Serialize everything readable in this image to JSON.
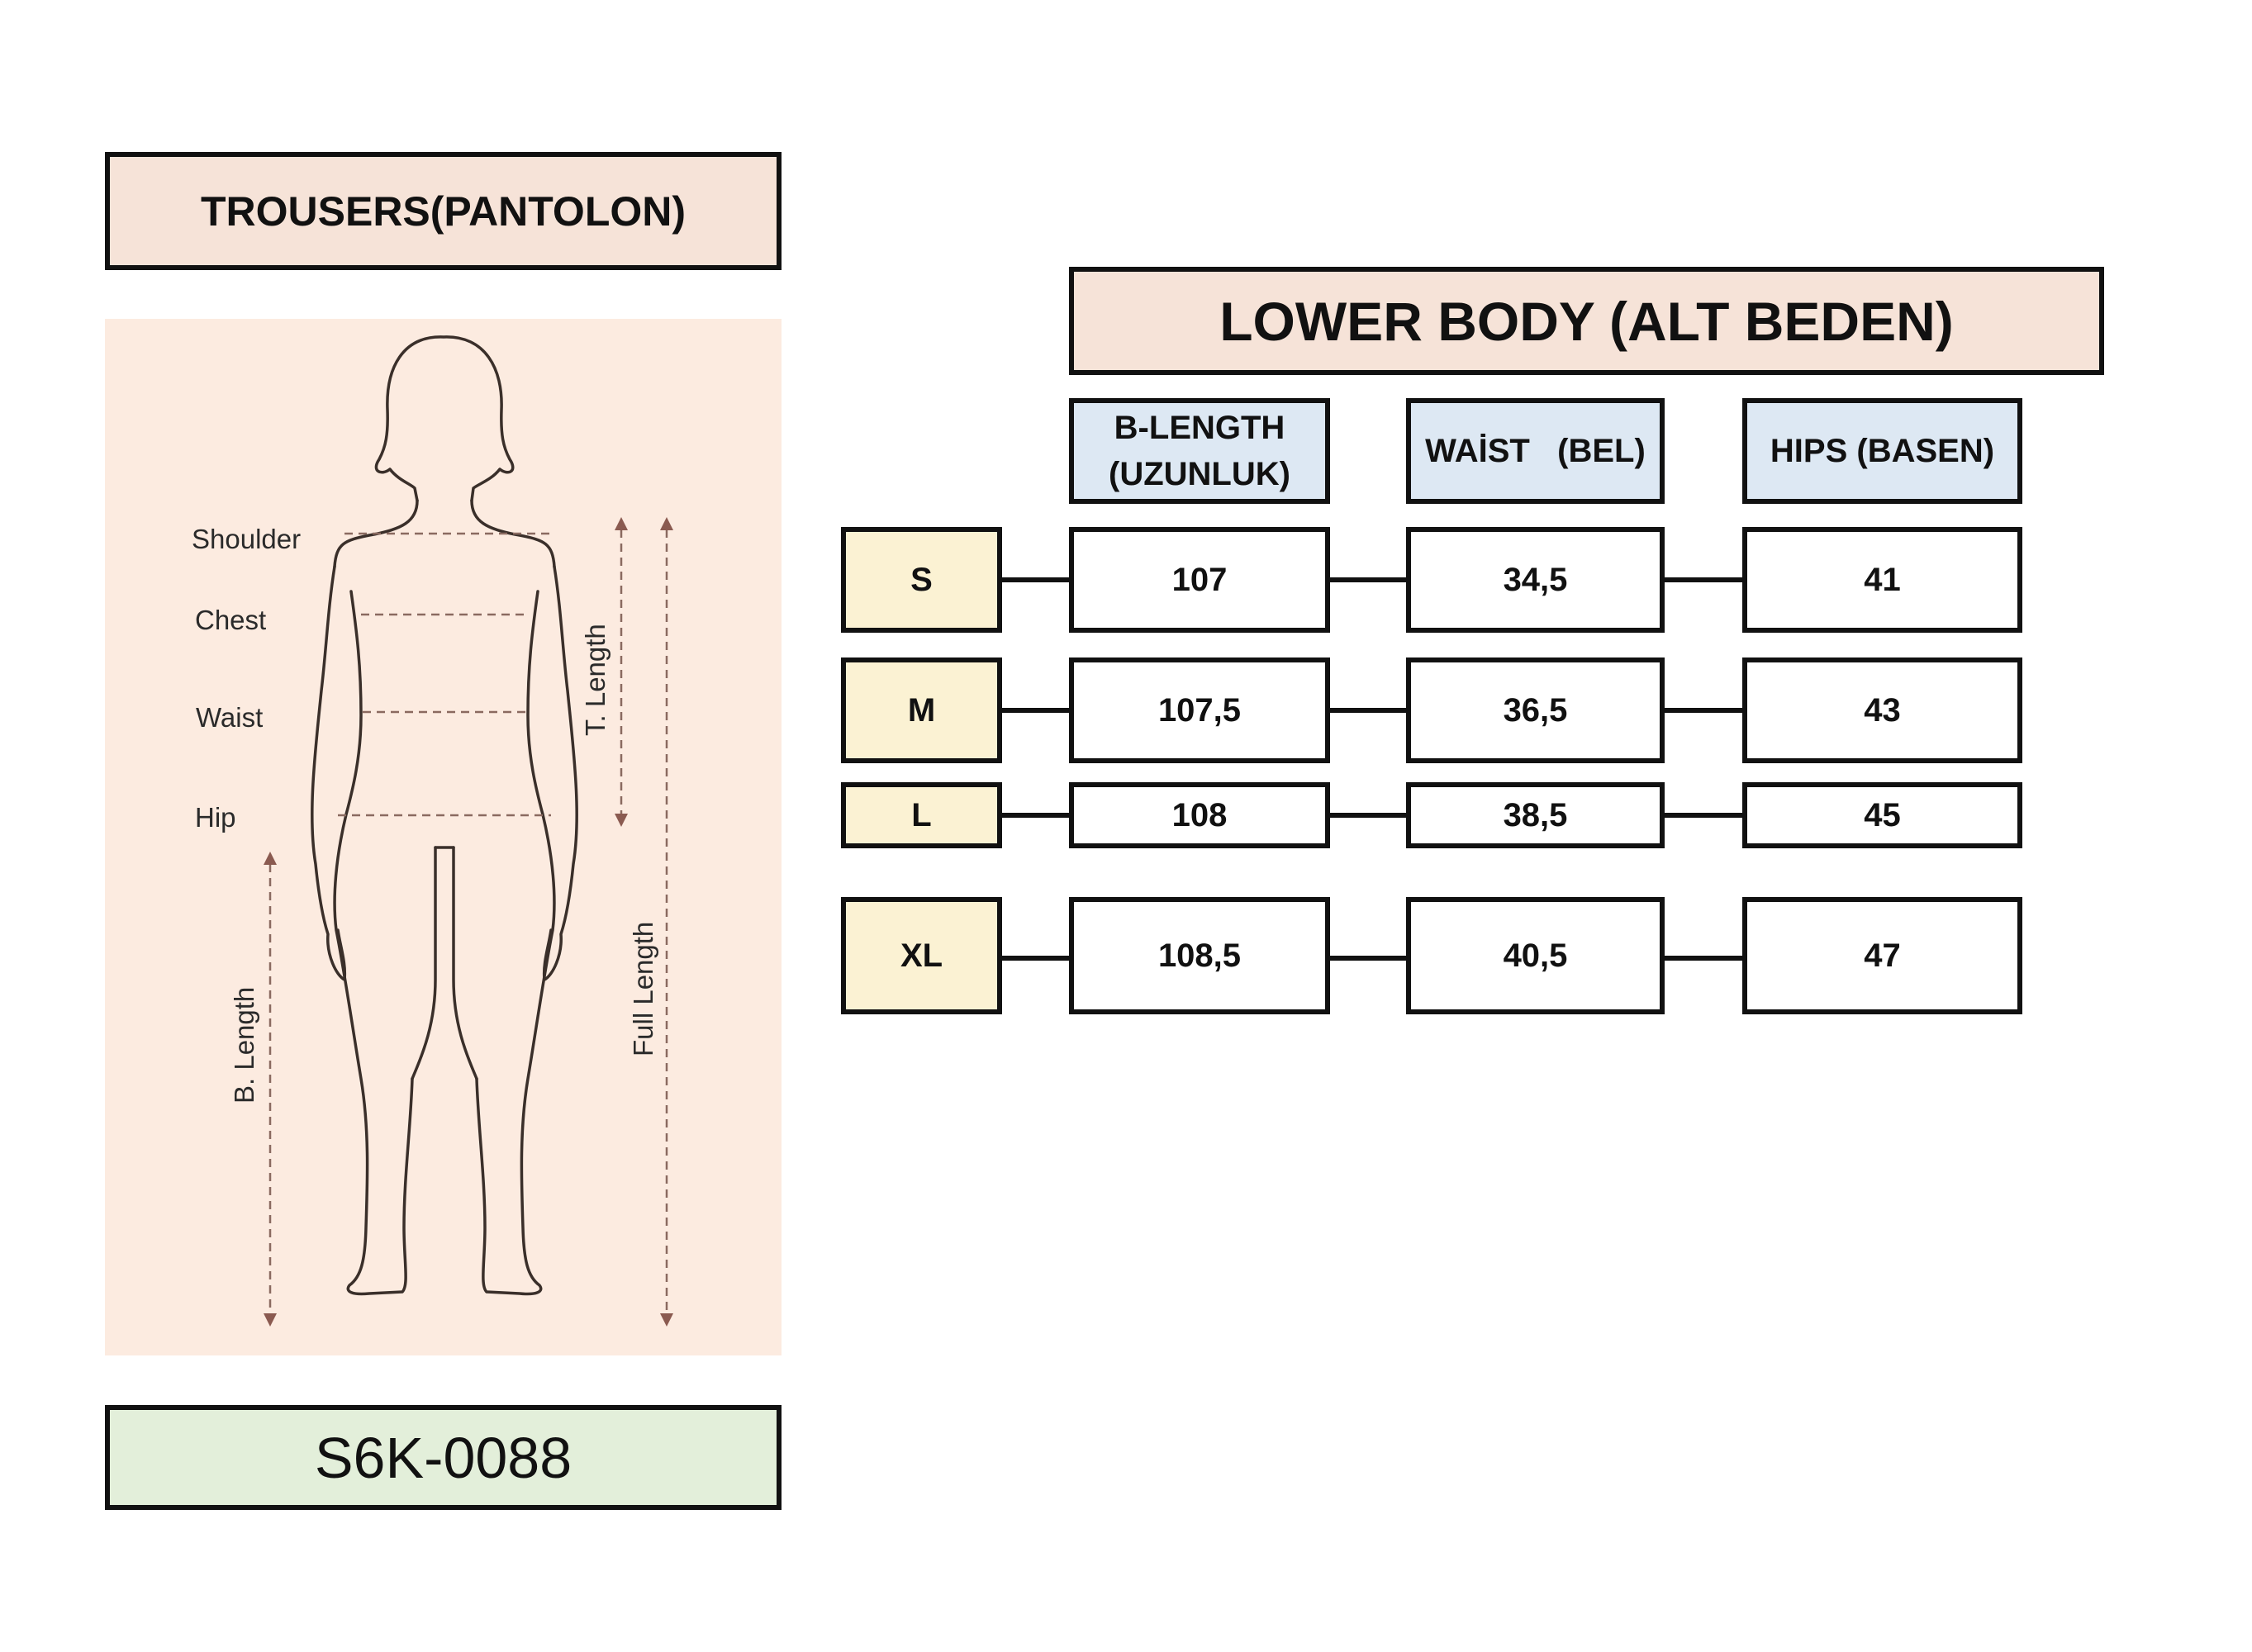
{
  "left": {
    "title": "TROUSERS(PANTOLON)",
    "product_code": "S6K-0088",
    "figure_labels": {
      "shoulder": "Shoulder",
      "chest": "Chest",
      "waist": "Waist",
      "hip": "Hip",
      "t_length": "T. Length",
      "b_length": "B. Length",
      "full_length": "Full Length"
    }
  },
  "table": {
    "title": "LOWER BODY (ALT BEDEN)",
    "headers": {
      "b_length_line1": "B-LENGTH",
      "b_length_line2": "(UZUNLUK)",
      "waist": "WAİST   (BEL)",
      "hips": "HIPS (BASEN)"
    },
    "rows": [
      {
        "size": "S",
        "b_length": "107",
        "waist": "34,5",
        "hips": "41"
      },
      {
        "size": "M",
        "b_length": "107,5",
        "waist": "36,5",
        "hips": "43"
      },
      {
        "size": "L",
        "b_length": "108",
        "waist": "38,5",
        "hips": "45"
      },
      {
        "size": "XL",
        "b_length": "108,5",
        "waist": "40,5",
        "hips": "47"
      }
    ]
  },
  "colors": {
    "title_fill": "#f6e3d8",
    "header_fill": "#dde8f3",
    "size_fill": "#fbf2d3",
    "code_fill": "#e3efda",
    "figure_bg": "#fcebe0"
  }
}
